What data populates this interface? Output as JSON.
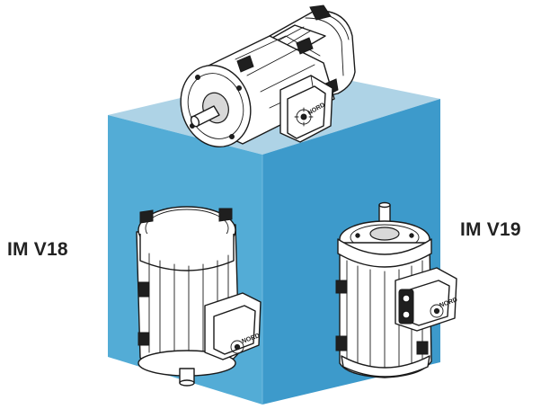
{
  "labels": {
    "left": "IM V18",
    "right": "IM V19"
  },
  "logo": {
    "text": "NORD"
  },
  "colors": {
    "cube_top": "#aed3e6",
    "cube_front_left": "#53acd6",
    "cube_front_right": "#3d9acb",
    "line": "#1a1a1a",
    "label_text": "#222222"
  },
  "icons": [
    "gear-logo-icon",
    "motor-shaft-icon"
  ]
}
